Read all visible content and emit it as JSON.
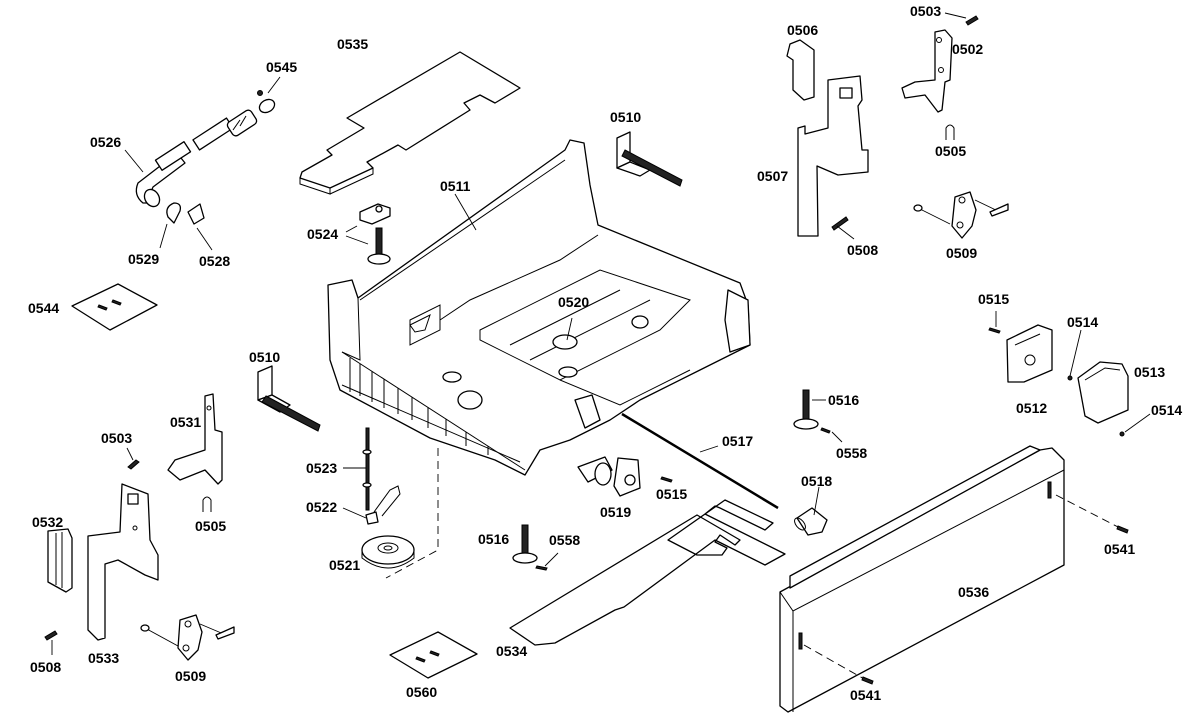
{
  "diagram": {
    "type": "exploded parts diagram",
    "subject": "dishwasher base assembly",
    "background": "#ffffff",
    "line_color": "#000000"
  },
  "labels": {
    "p0545": "0545",
    "p0535": "0535",
    "p0526": "0526",
    "p0529": "0529",
    "p0528": "0528",
    "p0524": "0524",
    "p0511": "0511",
    "p0510_top": "0510",
    "p0506": "0506",
    "p0503_top": "0503",
    "p0502": "0502",
    "p0505_top": "0505",
    "p0507": "0507",
    "p0508_top": "0508",
    "p0509_top": "0509",
    "p0544": "0544",
    "p0520": "0520",
    "p0515_right": "0515",
    "p0514_a": "0514",
    "p0513": "0513",
    "p0512": "0512",
    "p0514_b": "0514",
    "p0516_right": "0516",
    "p0558_right": "0558",
    "p0510_left": "0510",
    "p0531": "0531",
    "p0503_left": "0503",
    "p0505_left": "0505",
    "p0532": "0532",
    "p0533": "0533",
    "p0508_left": "0508",
    "p0509_left": "0509",
    "p0523": "0523",
    "p0522": "0522",
    "p0521": "0521",
    "p0517": "0517",
    "p0519": "0519",
    "p0515_mid": "0515",
    "p0518": "0518",
    "p0516_mid": "0516",
    "p0558_mid": "0558",
    "p0534": "0534",
    "p0560": "0560",
    "p0536": "0536",
    "p0541_right": "0541",
    "p0541_bottom": "0541"
  }
}
